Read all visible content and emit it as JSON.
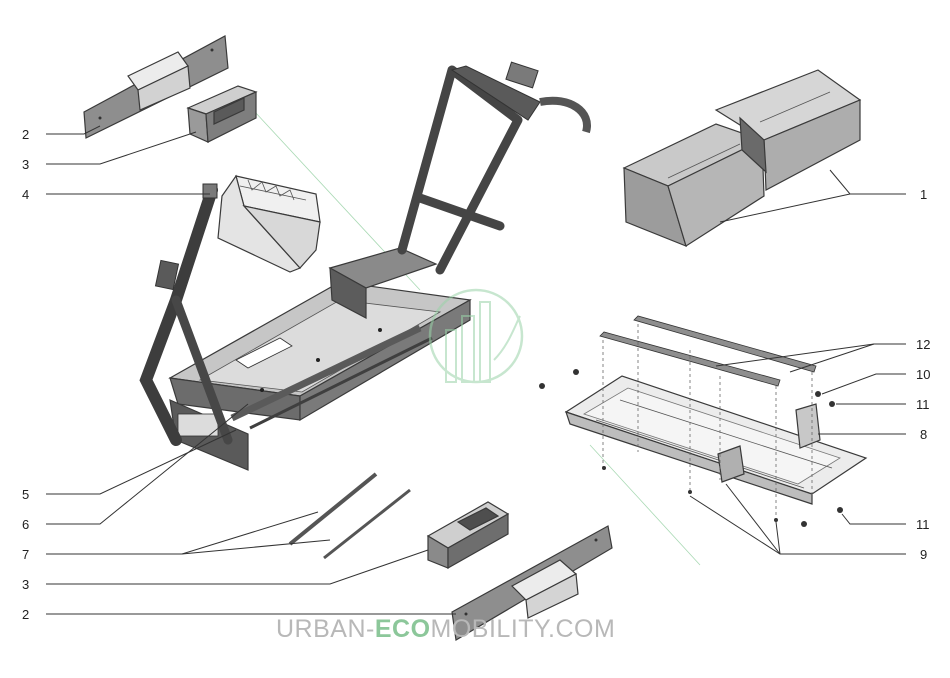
{
  "callouts": {
    "c1": "1",
    "c2_top": "2",
    "c3_top": "3",
    "c4": "4",
    "c5": "5",
    "c6": "6",
    "c7": "7",
    "c3_bottom": "3",
    "c2_bottom": "2",
    "c12": "12",
    "c10": "10",
    "c11_top": "11",
    "c8": "8",
    "c11_bottom": "11",
    "c9": "9"
  },
  "watermark": {
    "part1": "URBAN-",
    "part2": "ECO",
    "part3": "MOBILITY.COM"
  },
  "colors": {
    "watermark_gray": "#b8b8b8",
    "watermark_green": "#8cc79a",
    "frame_dark": "#4a4a4a",
    "part_light": "#e2e2e2",
    "battery_gray": "#9a9a9a"
  }
}
